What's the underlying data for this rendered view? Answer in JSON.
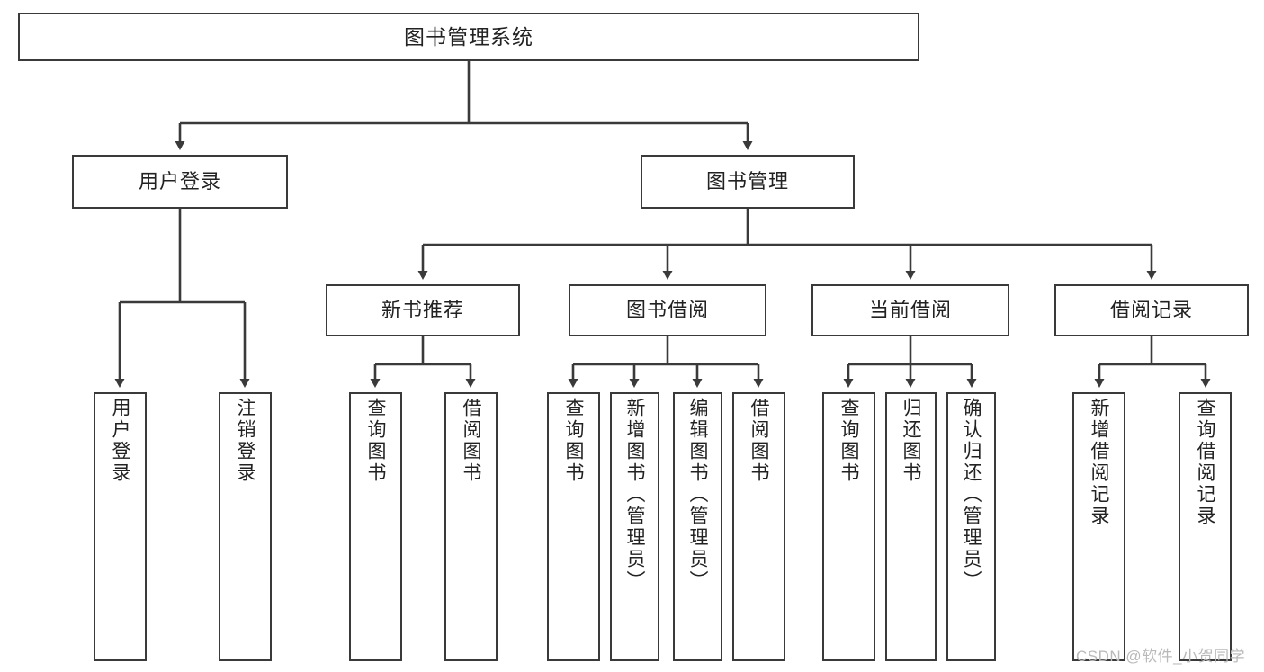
{
  "diagram": {
    "title": "图书管理系统",
    "type": "tree-hierarchy-diagram",
    "root": {
      "label": "图书管理系统"
    },
    "level2": [
      {
        "label": "用户登录"
      },
      {
        "label": "图书管理"
      }
    ],
    "level3": [
      {
        "label": "新书推荐"
      },
      {
        "label": "图书借阅"
      },
      {
        "label": "当前借阅"
      },
      {
        "label": "借阅记录"
      }
    ],
    "leaves": {
      "user_login": [
        {
          "label": "用户登录"
        },
        {
          "label": "注销登录"
        }
      ],
      "new_book_recommend": [
        {
          "label": "查询图书"
        },
        {
          "label": "借阅图书"
        }
      ],
      "book_borrow": [
        {
          "label": "查询图书"
        },
        {
          "label": "新增图书（管理员）"
        },
        {
          "label": "编辑图书（管理员）"
        },
        {
          "label": "借阅图书"
        }
      ],
      "current_borrow": [
        {
          "label": "查询图书"
        },
        {
          "label": "归还图书"
        },
        {
          "label": "确认归还（管理员）"
        }
      ],
      "borrow_record": [
        {
          "label": "新增借阅记录"
        },
        {
          "label": "查询借阅记录"
        }
      ]
    },
    "watermark": "CSDN @软件_小贺同学",
    "colors": {
      "stroke": "#3a3a3a",
      "text": "#222222",
      "background": "#ffffff",
      "watermark": "#b9b9b9"
    }
  }
}
